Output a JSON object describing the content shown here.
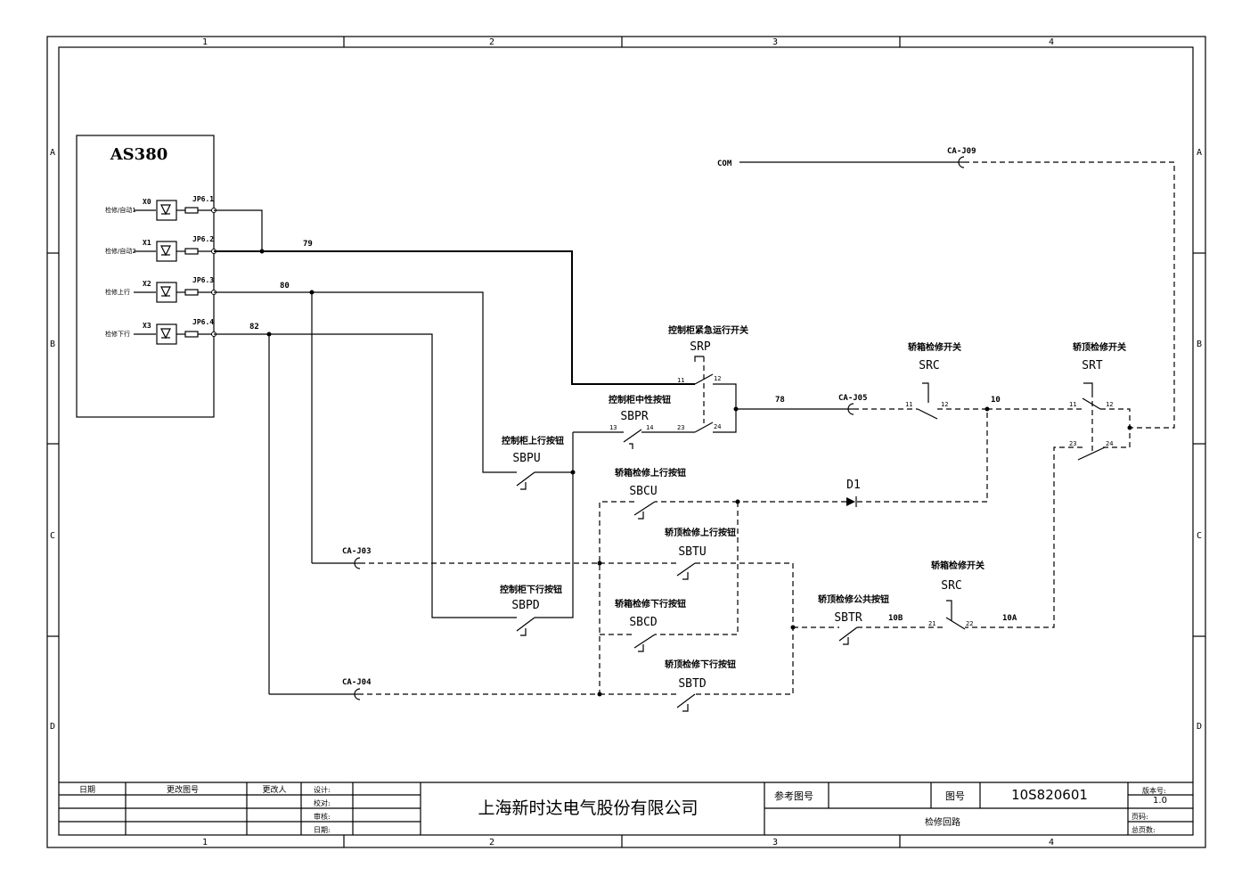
{
  "frame": {
    "col_labels": [
      "1",
      "2",
      "3",
      "4"
    ],
    "row_labels": [
      "A",
      "B",
      "C",
      "D"
    ]
  },
  "controller": {
    "name": "AS380",
    "inputs": [
      {
        "terminal": "X0",
        "jumper": "JP6.1",
        "label": "检修/自动1"
      },
      {
        "terminal": "X1",
        "jumper": "JP6.2",
        "label": "检修/自动2"
      },
      {
        "terminal": "X2",
        "jumper": "JP6.3",
        "label": "检修上行"
      },
      {
        "terminal": "X3",
        "jumper": "JP6.4",
        "label": "检修下行"
      }
    ]
  },
  "wires": {
    "w79": "79",
    "w80": "80",
    "w82": "82",
    "w78": "78",
    "w10": "10",
    "w10B": "10B",
    "w10A": "10A",
    "com": "COM"
  },
  "connectors": {
    "caj09": "CA-J09",
    "caj05": "CA-J05",
    "caj03": "CA-J03",
    "caj04": "CA-J04"
  },
  "components": {
    "srp": {
      "title": "控制柜紧急运行开关",
      "code": "SRP",
      "p11": "11",
      "p12": "12",
      "p23": "23",
      "p24": "24"
    },
    "sbpr": {
      "title": "控制柜中性按钮",
      "code": "SBPR",
      "p13": "13",
      "p14": "14"
    },
    "sbpu": {
      "title": "控制柜上行按钮",
      "code": "SBPU"
    },
    "sbpd": {
      "title": "控制柜下行按钮",
      "code": "SBPD"
    },
    "src1": {
      "title": "轿箱检修开关",
      "code": "SRC",
      "p11": "11",
      "p12": "12"
    },
    "src2": {
      "title": "轿箱检修开关",
      "code": "SRC",
      "p21": "21",
      "p22": "22"
    },
    "srt": {
      "title": "轿顶检修开关",
      "code": "SRT",
      "p11": "11",
      "p12": "12",
      "p23": "23",
      "p24": "24"
    },
    "sbcu": {
      "title": "轿箱检修上行按钮",
      "code": "SBCU"
    },
    "sbtu": {
      "title": "轿顶检修上行按钮",
      "code": "SBTU"
    },
    "sbcd": {
      "title": "轿箱检修下行按钮",
      "code": "SBCD"
    },
    "sbtd": {
      "title": "轿顶检修下行按钮",
      "code": "SBTD"
    },
    "sbtr": {
      "title": "轿顶检修公共按钮",
      "code": "SBTR"
    },
    "d1": {
      "code": "D1"
    }
  },
  "title_block": {
    "date": "日期",
    "change_no": "更改图号",
    "changer": "更改人",
    "design": "设计:",
    "check": "校对:",
    "review": "审核:",
    "date2": "日期:",
    "company": "上海新时达电气股份有限公司",
    "ref_label": "参考图号",
    "drawing_no_label": "图号",
    "drawing_no": "10S820601",
    "version_label": "版本号:",
    "version": "1.0",
    "title": "检修回路",
    "page_label": "页码:",
    "total_label": "总页数:"
  }
}
